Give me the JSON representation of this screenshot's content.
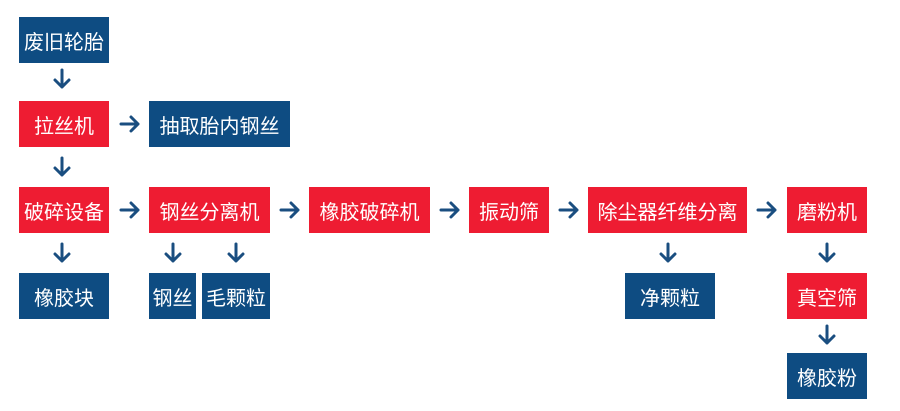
{
  "colors": {
    "blue": "#0e4c82",
    "red": "#ee1c32",
    "arrow": "#1a4e80",
    "text": "#ffffff"
  },
  "nodes": {
    "waste_tire": "废旧轮胎",
    "wire_puller": "拉丝机",
    "extract_wire": "抽取胎内钢丝",
    "crusher": "破碎设备",
    "rubber_block": "橡胶块",
    "wire_separator": "钢丝分离机",
    "steel_wire": "钢丝",
    "rough_granule": "毛颗粒",
    "rubber_crusher": "橡胶破碎机",
    "vibrating_screen": "振动筛",
    "dust_fiber_separator": "除尘器纤维分离",
    "clean_granule": "净颗粒",
    "grinder": "磨粉机",
    "vacuum_screen": "真空筛",
    "rubber_powder": "橡胶粉"
  }
}
